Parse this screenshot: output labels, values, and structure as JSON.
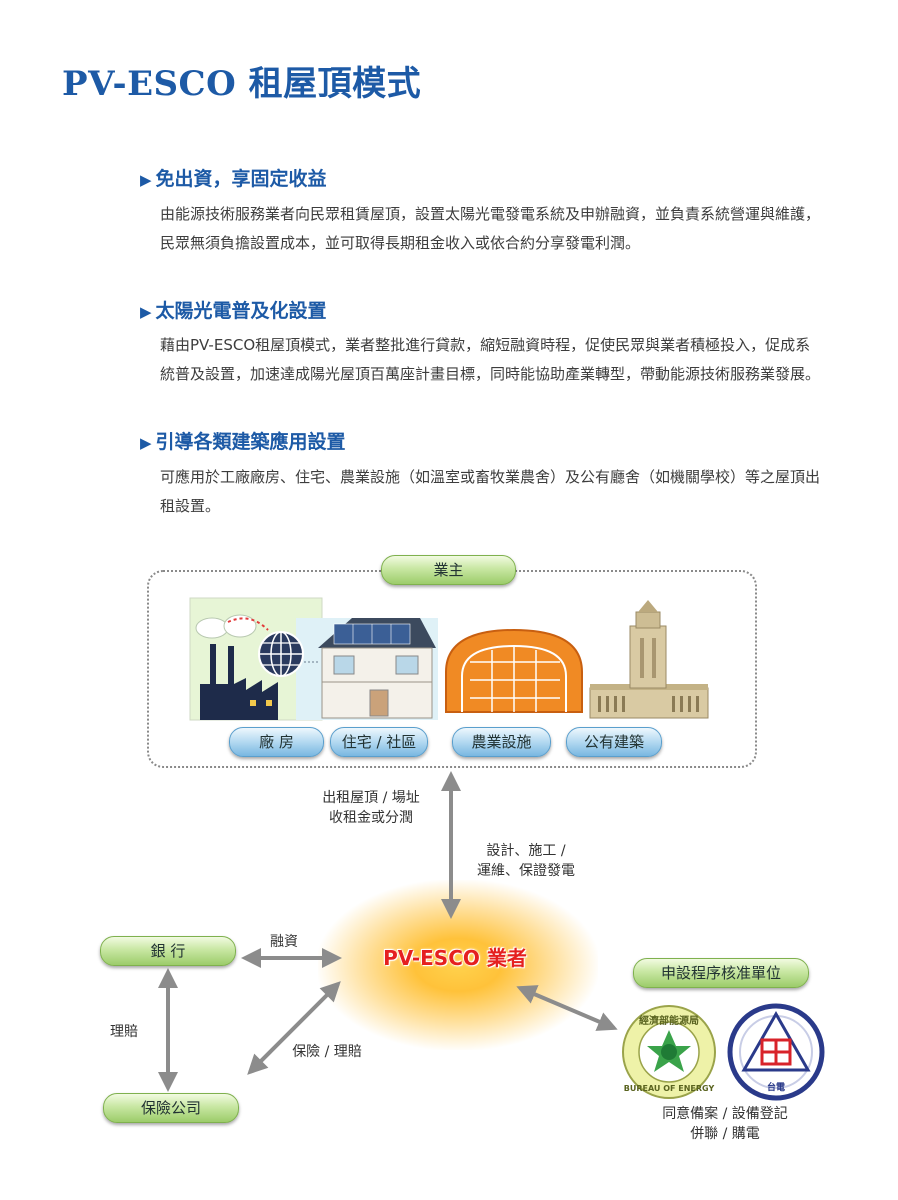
{
  "page": {
    "title": "PV-ESCO 租屋頂模式"
  },
  "sections": [
    {
      "heading": "免出資，享固定收益",
      "body": "由能源技術服務業者向民眾租賃屋頂，設置太陽光電發電系統及申辦融資，並負責系統營運與維護，民眾無須負擔設置成本，並可取得長期租金收入或依合約分享發電利潤。"
    },
    {
      "heading": "太陽光電普及化設置",
      "body": "藉由PV-ESCO租屋頂模式，業者整批進行貸款，縮短融資時程，促使民眾與業者積極投入，促成系統普及設置，加速達成陽光屋頂百萬座計畫目標，同時能協助產業轉型，帶動能源技術服務業發展。"
    },
    {
      "heading": "引導各類建築應用設置",
      "body": "可應用於工廠廠房、住宅、農業設施（如溫室或畜牧業農舍）及公有廳舍（如機關學校）等之屋頂出租設置。"
    }
  ],
  "diagram": {
    "owner_label": "業主",
    "building_types": [
      "廠 房",
      "住宅 / 社區",
      "農業設施",
      "公有建築"
    ],
    "center_label": "PV-ESCO 業者",
    "bank_label": "銀 行",
    "insurance_label": "保險公司",
    "authority_label": "申設程序核准單位",
    "edge_owner_out": [
      "出租屋頂 / 場址",
      "收租金或分潤"
    ],
    "edge_esco_to_owner": [
      "設計、施工 /",
      "運維、保證發電"
    ],
    "edge_bank": "融資",
    "edge_claims": "理賠",
    "edge_insurance": "保險 / 理賠",
    "authority_actions": [
      "同意備案 / 設備登記",
      "併聯 / 購電"
    ],
    "logo_energy_text": "經濟部能源局",
    "logo_energy_en": "BUREAU OF ENERGY",
    "logo_taipower_text": "台電",
    "icons": [
      "factory-image",
      "house-image",
      "greenhouse-image",
      "public-building-image",
      "globe-icon",
      "bureau-of-energy-logo",
      "taipower-logo"
    ]
  },
  "colors": {
    "title_blue": "#1d5aa6",
    "pill_green": "#9ccc6a",
    "pill_blue": "#79b7e1",
    "center_red": "#e5201f",
    "greenhouse_orange": "#f08a24"
  }
}
